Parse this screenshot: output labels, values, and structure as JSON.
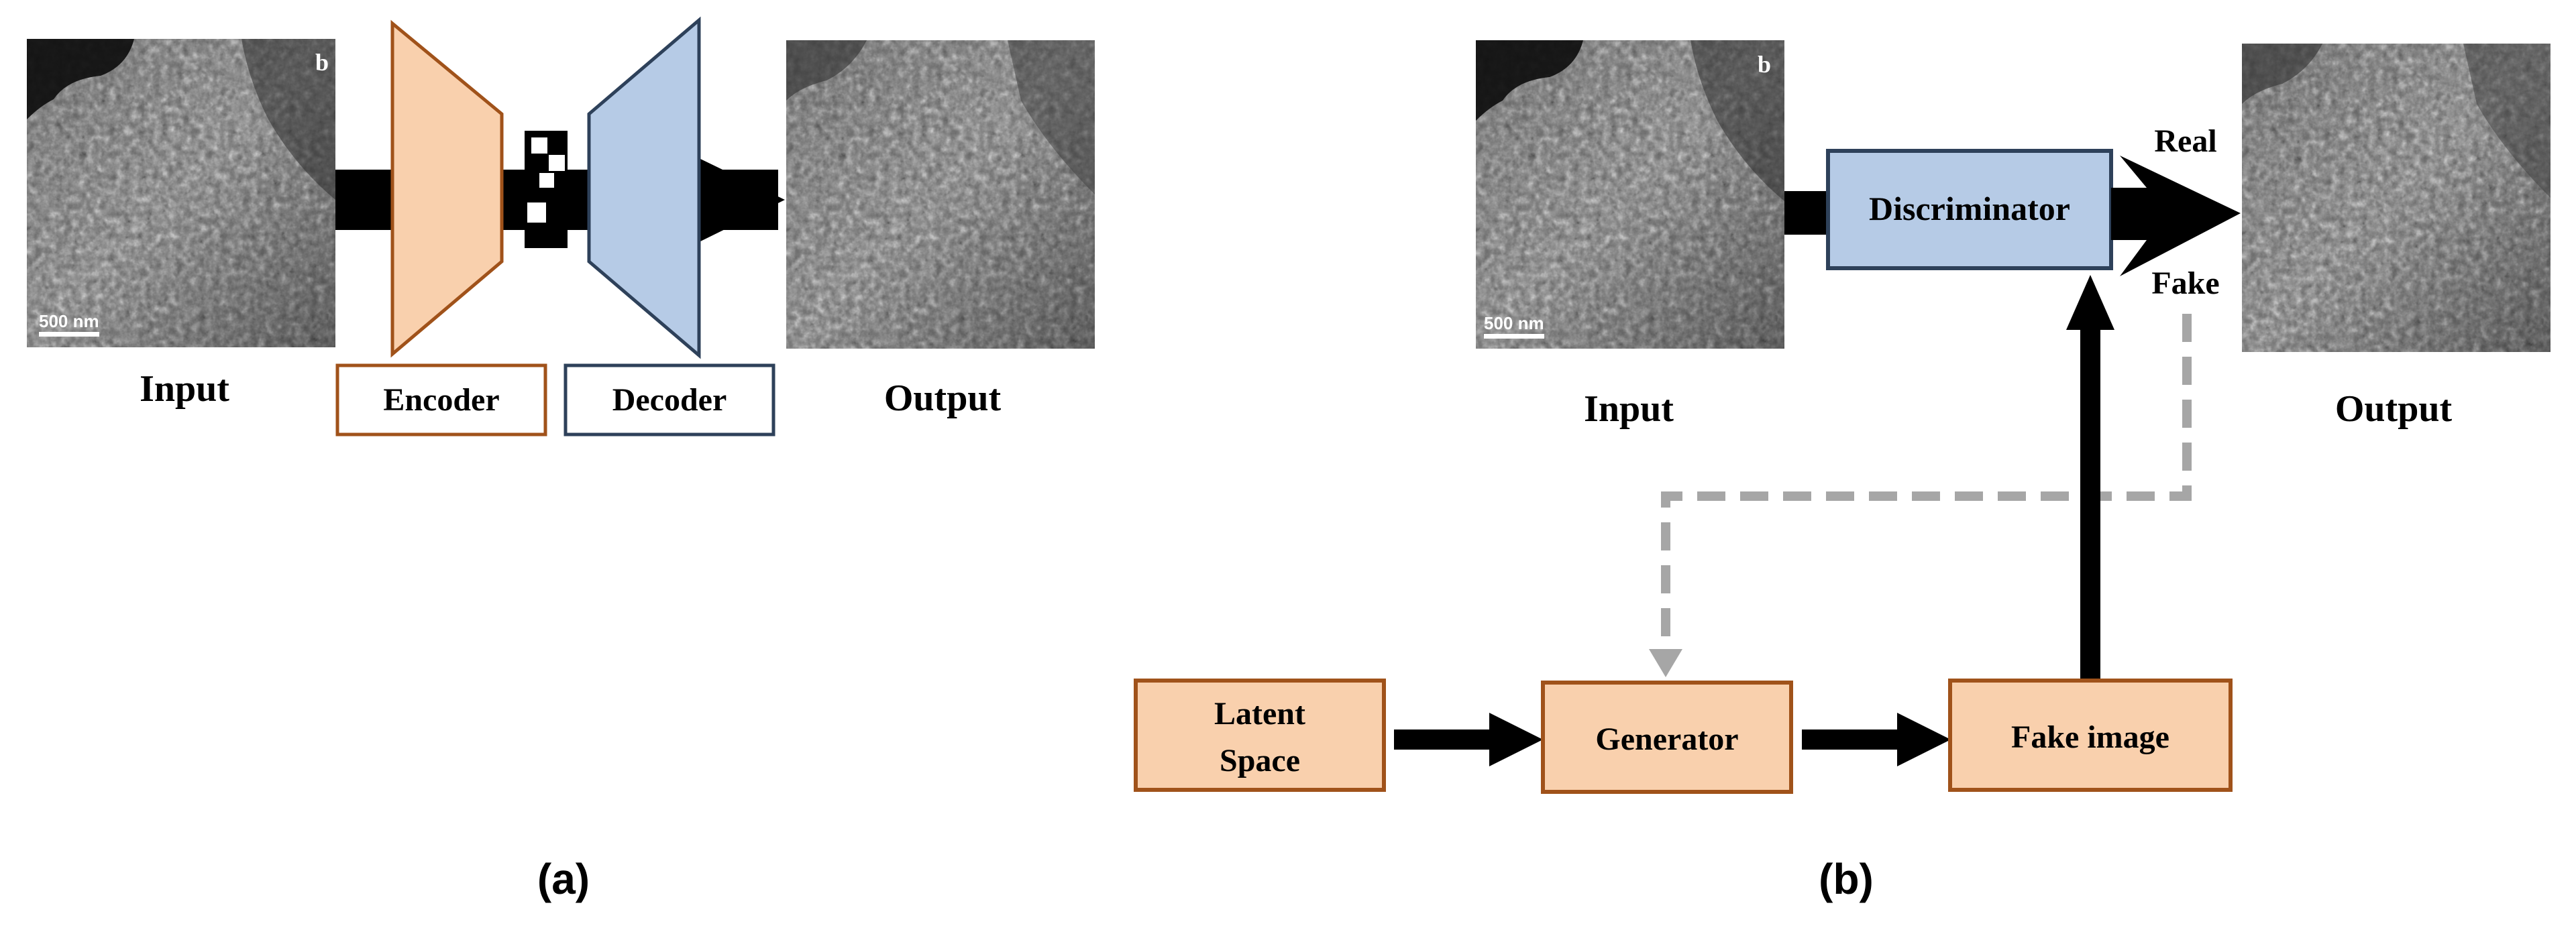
{
  "panel_a": {
    "input_label": "Input",
    "output_label": "Output",
    "encoder_label": "Encoder",
    "decoder_label": "Decoder",
    "scalebar_text": "500 nm",
    "panel_letter": "b",
    "caption": "(a)"
  },
  "panel_b": {
    "input_label": "Input",
    "output_label": "Output",
    "discriminator_label": "Discriminator",
    "real_label": "Real",
    "fake_label": "Fake",
    "latent_line1": "Latent",
    "latent_line2": "Space",
    "generator_label": "Generator",
    "fake_image_label": "Fake image",
    "scalebar_text": "500 nm",
    "panel_letter": "b",
    "caption": "(b)"
  },
  "colors": {
    "orange_fill": "#f9d0ad",
    "orange_border": "#a0521a",
    "blue_fill": "#b6cbe6",
    "blue_border": "#2e415a",
    "arrow": "#000000",
    "feedback_dash": "#a6a6a6"
  }
}
